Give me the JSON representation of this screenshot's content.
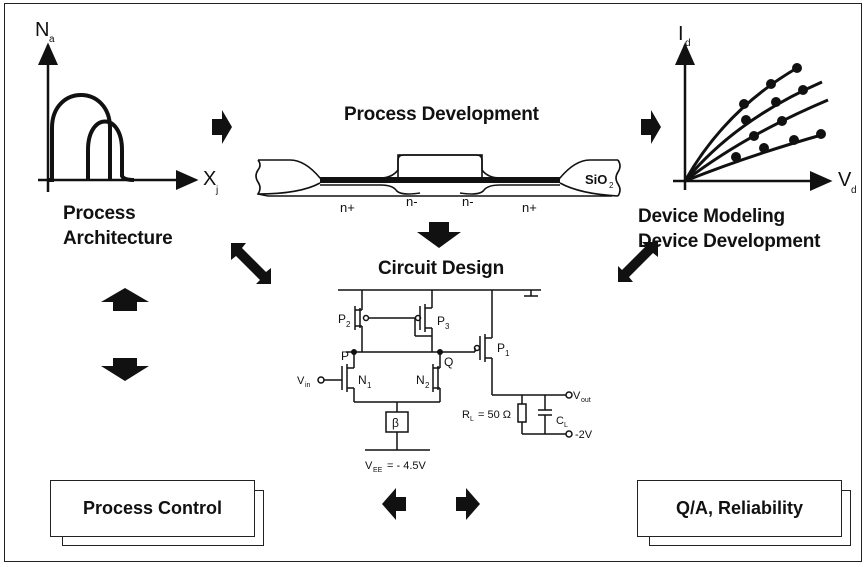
{
  "process_architecture": {
    "title_line1": "Process",
    "title_line2": "Architecture",
    "axis_y_label": "N",
    "axis_y_sub": "a",
    "axis_x_label": "X",
    "axis_x_sub": "j"
  },
  "process_development": {
    "title": "Process Development",
    "oxide_label": "SiO",
    "oxide_sub": "2",
    "regions": [
      "n+",
      "n-",
      "n-",
      "n+"
    ]
  },
  "device_modeling": {
    "title_line1": "Device Modeling",
    "title_line2": "Device Development",
    "axis_y_label": "I",
    "axis_y_sub": "d",
    "axis_x_label": "V",
    "axis_x_sub": "d"
  },
  "circuit_design": {
    "title": "Circuit Design",
    "p2": "P",
    "p2_sub": "2",
    "p3": "P",
    "p3_sub": "3",
    "p1": "P",
    "p1_sub": "1",
    "n1": "N",
    "n1_sub": "1",
    "n2": "N",
    "n2_sub": "2",
    "node_p": "P",
    "node_q": "Q",
    "vin": "V",
    "vin_sub": "in",
    "vout": "V",
    "vout_sub": "out",
    "rl": "R",
    "rl_sub": "L",
    "rl_value": "= 50 Ω",
    "cl": "C",
    "cl_sub": "L",
    "vneg": "-2V",
    "current_source": "β",
    "vee": "V",
    "vee_sub": "EE",
    "vee_value": "= - 4.5V"
  },
  "bottom": {
    "process_control": "Process Control",
    "qa_reliability": "Q/A, Reliability"
  },
  "colors": {
    "ink": "#111111",
    "background": "#ffffff"
  }
}
